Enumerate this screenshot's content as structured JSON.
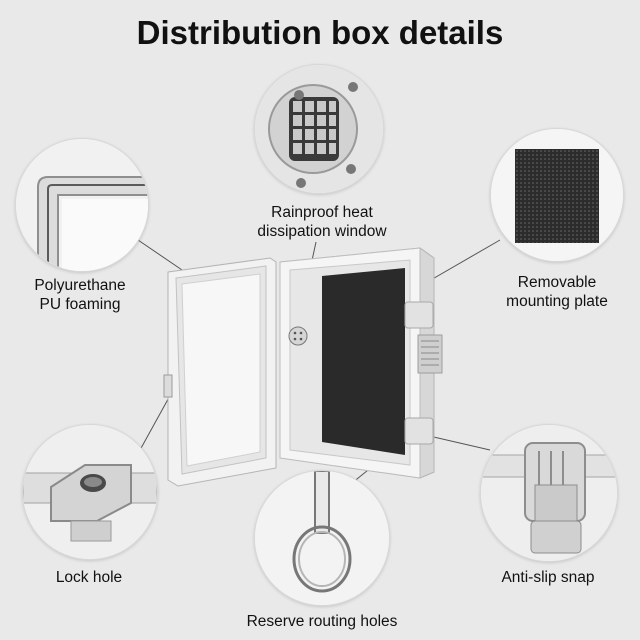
{
  "title": "Distribution box details",
  "features": {
    "rainproof": [
      "Rainproof heat",
      "dissipation window"
    ],
    "polyurethane": [
      "Polyurethane",
      "PU foaming"
    ],
    "removable": [
      "Removable",
      "mounting plate"
    ],
    "lock_hole": [
      "Lock hole"
    ],
    "anti_slip": [
      "Anti-slip snap"
    ],
    "reserve": [
      "Reserve routing holes"
    ]
  },
  "icons": [
    "vent-grille-icon",
    "gasket-corner-icon",
    "mounting-plate-icon",
    "lock-hole-icon",
    "snap-latch-icon",
    "routing-ring-icon"
  ]
}
